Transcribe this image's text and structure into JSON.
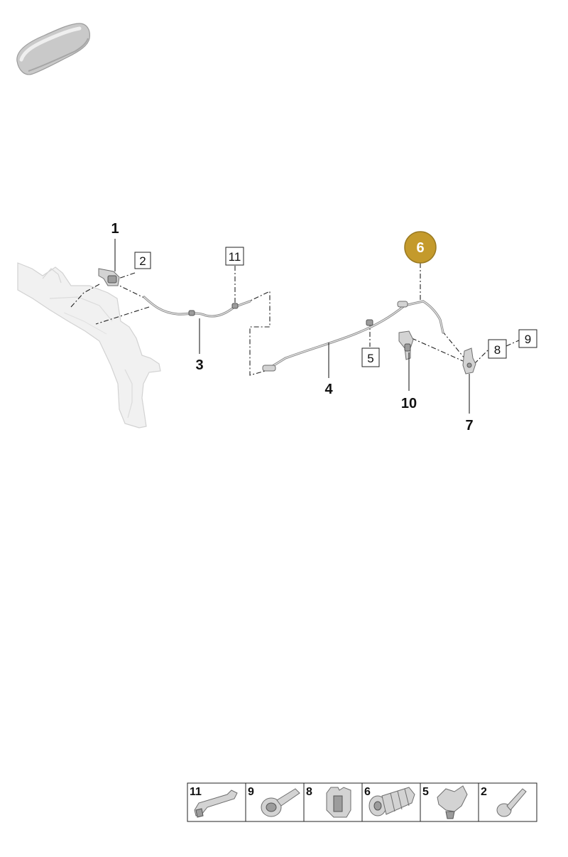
{
  "colors": {
    "highlight_fill": "#c49a2c",
    "highlight_stroke": "#9a7a22",
    "line": "#222222",
    "part_gray": "#d3d3d3"
  },
  "thumbnail": {
    "icon": "car-silhouette-icon"
  },
  "callouts": {
    "c1": "1",
    "c3": "3",
    "c4": "4",
    "c7": "7",
    "c10": "10"
  },
  "boxed_labels": {
    "b2": "2",
    "b5": "5",
    "b8": "8",
    "b9": "9",
    "b11": "11"
  },
  "highlighted_part": {
    "label": "6"
  },
  "legend": {
    "items": [
      {
        "number": "11",
        "icon": "clip-bracket-icon"
      },
      {
        "number": "9",
        "icon": "flange-bolt-icon"
      },
      {
        "number": "8",
        "icon": "spring-nut-clip-icon"
      },
      {
        "number": "6",
        "icon": "grommet-icon"
      },
      {
        "number": "5",
        "icon": "cable-holder-clip-icon"
      },
      {
        "number": "2",
        "icon": "screw-icon"
      }
    ]
  }
}
